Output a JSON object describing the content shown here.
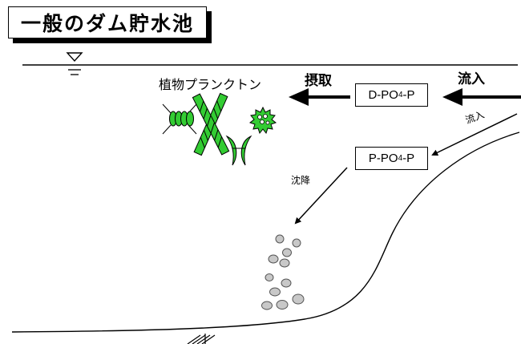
{
  "title": "一般のダム貯水池",
  "phytoplankton_label": "植物プランクトン",
  "uptake_label": "摂取",
  "inflow_label_large": "流入",
  "inflow_label_small": "流入",
  "settling_label": "沈降",
  "dissolved_phosphate": {
    "prefix": "D-PO",
    "subscript": "4",
    "suffix": "-P"
  },
  "particulate_phosphate": {
    "prefix": "P-PO",
    "subscript": "4",
    "suffix": "-P"
  },
  "colors": {
    "phytoplankton": "#33cc33",
    "sediment": "#c8c8c8",
    "line": "#000000"
  },
  "icons": [
    "water-surface-icon",
    "dam-hatch-icon",
    "diatom-icon",
    "filament-icon",
    "spiky-cell-icon",
    "crescent-algae-icon"
  ]
}
